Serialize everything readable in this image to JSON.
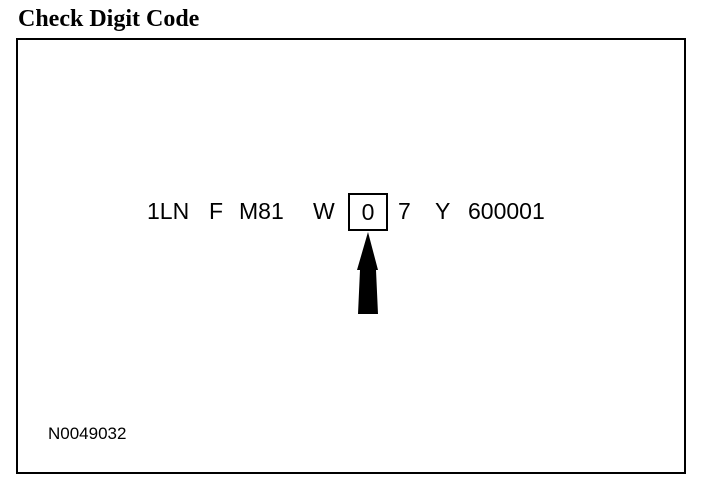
{
  "title": "Check Digit Code",
  "vin": {
    "segments": [
      "1LN",
      "F",
      "M81",
      "W",
      "0",
      "7",
      "Y",
      "600001"
    ],
    "check_digit": "0"
  },
  "figure_code": "N0049032",
  "colors": {
    "ink": "#000000",
    "background": "#ffffff"
  },
  "icons": {
    "pointer": "up-arrow-icon"
  }
}
